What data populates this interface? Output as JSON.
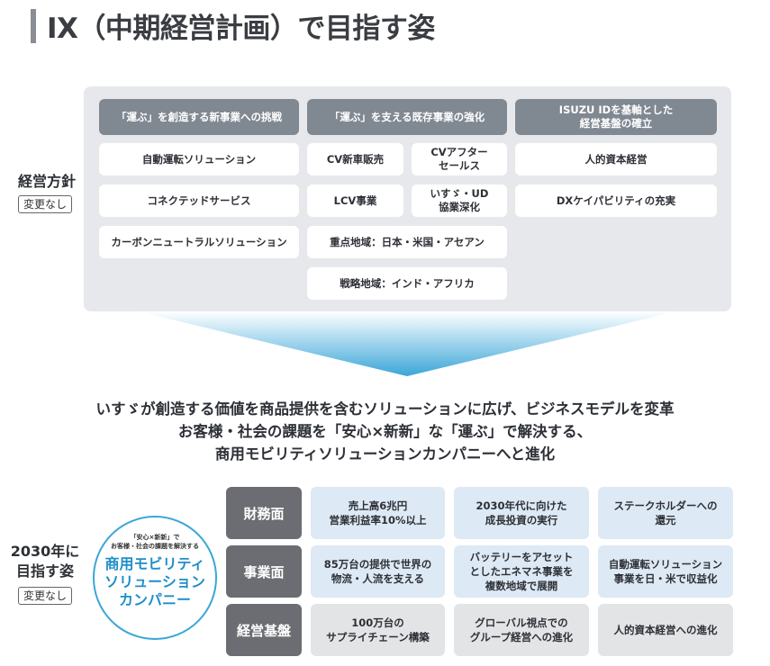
{
  "title": "IX（中期経営計画）で目指す姿",
  "policy": {
    "label": "経営方針",
    "badge": "変更なし",
    "columns": [
      {
        "header": "「運ぶ」を創造する新事業への挑戦",
        "items": [
          "自動運転ソリューション",
          "コネクテッドサービス",
          "カーボンニュートラルソリューション"
        ]
      },
      {
        "header": "「運ぶ」を支える既存事業の強化",
        "items": [
          "CV新車販売",
          "CVアフター\nセールス",
          "LCV事業",
          "いすゞ・UD\n協業深化",
          "重点地域：日本・米国・アセアン",
          "戦略地域：インド・アフリカ"
        ]
      },
      {
        "header": "ISUZU IDを基軸とした\n経営基盤の確立",
        "items": [
          "人的資本経営",
          "DXケイパビリティの充実"
        ]
      }
    ]
  },
  "statement": {
    "lines": [
      "いすゞが創造する価値を商品提供を含むソリューションに広げ、ビジネスモデルを変革",
      "お客様・社会の課題を「安心×新新」な「運ぶ」で解決する、",
      "商用モビリティソリューションカンパニーへと進化"
    ]
  },
  "vision2030": {
    "label_line1": "2030年に",
    "label_line2": "目指す姿",
    "badge": "変更なし",
    "circle": {
      "small_line1": "「安心×新新」で",
      "small_line2": "お客様・社会の課題を解決する",
      "big_line1": "商用モビリティ",
      "big_line2": "ソリューション",
      "big_line3": "カンパニー"
    },
    "rows": [
      {
        "header": "財務面",
        "cells": [
          "売上高6兆円\n営業利益率10%以上",
          "2030年代に向けた\n成長投資の実行",
          "ステークホルダーへの\n還元"
        ]
      },
      {
        "header": "事業面",
        "cells": [
          "85万台の提供で世界の\n物流・人流を支える",
          "バッテリーをアセット\nとしたエネマネ事業を\n複数地域で展開",
          "自動運転ソリューション\n事業を日・米で収益化"
        ]
      },
      {
        "header": "経営基盤",
        "cells": [
          "100万台の\nサプライチェーン構築",
          "グローバル視点での\nグループ経営への進化",
          "人的資本経営への進化"
        ]
      }
    ]
  },
  "colors": {
    "header_grey": "#808892",
    "row_header": "#6b6d72",
    "cell_blue": "#dde9f4",
    "cell_grey": "#e3e4e6",
    "accent_blue": "#1f8fc9"
  }
}
